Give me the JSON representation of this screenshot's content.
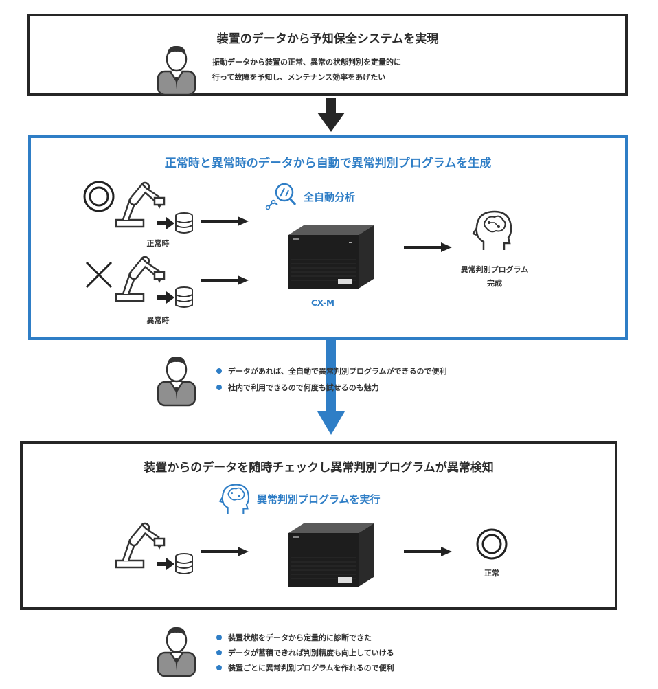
{
  "step1": {
    "title": "装置のデータから予知保全システムを実現",
    "note_line1": "振動データから装置の正常、異常の状態判別を定量的に",
    "note_line2": "行って故障を予知し、メンテナンス効率をあげたい"
  },
  "step2": {
    "title": "正常時と異常時のデータから自動で異常判別プログラムを生成",
    "normal_label": "正常時",
    "abnormal_label": "異常時",
    "analysis_label": "全自動分析",
    "device_label": "CX-M",
    "result_line1": "異常判別プログラム",
    "result_line2": "完成"
  },
  "comment2": {
    "bullets": [
      "データがあれば、全自動で異常判別プログラムができるので便利",
      "社内で利用できるので何度も試せるのも魅力"
    ]
  },
  "step3": {
    "title": "装置からのデータを随時チェックし異常判別プログラムが異常検知",
    "exec_label": "異常判別プログラムを実行",
    "result_label": "正常"
  },
  "comment3": {
    "bullets": [
      "装置状態をデータから定量的に診断できた",
      "データが蓄積できれば判別精度も向上していける",
      "装置ごとに異常判別プログラムを作れるので便利"
    ]
  },
  "colors": {
    "accent": "#2f7ec6",
    "dark": "#262626"
  },
  "icons": [
    "person-icon",
    "robot-arm-icon",
    "database-icon",
    "circle-ok-icon",
    "cross-icon",
    "magnifier-icon",
    "server-icon",
    "brain-head-icon",
    "arrow-down-icon",
    "arrow-right-icon"
  ]
}
